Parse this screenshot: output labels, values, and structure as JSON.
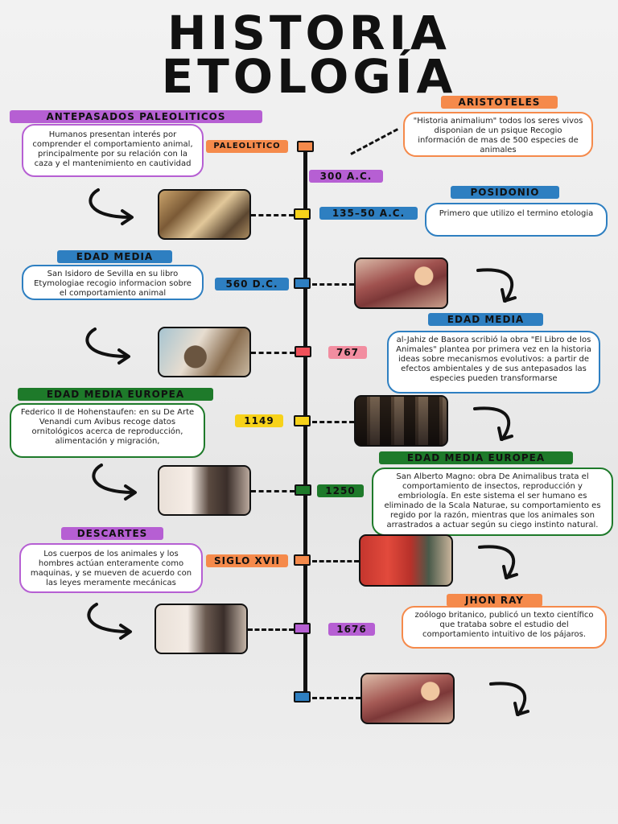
{
  "title": {
    "line1": "HISTORIA",
    "line2": "ETOLOGÍA"
  },
  "colors": {
    "orange": "#f58a4b",
    "yellow": "#f7d21a",
    "blue": "#2e7fc1",
    "red": "#f0515a",
    "green": "#1e7a2a",
    "purple": "#b65fd3",
    "pink": "#f28da0"
  },
  "events": [
    {
      "id": "paleolitico",
      "period": "ANTEPASADOS PALEOLITICOS",
      "date": "PALEOLITICO",
      "text": "Humanos presentan interés por comprender el comportamiento animal, principalmente por su relación con la caza y el mantenimiento en cautividad"
    },
    {
      "id": "aristoteles",
      "period": "ARISTOTELES",
      "date": "300 A.C.",
      "text": "\"Historia animalium\" todos los seres vivos disponian de un psique Recogio información de mas de 500 especies de animales"
    },
    {
      "id": "posidonio",
      "period": "POSIDONIO",
      "date": "135–50 A.C.",
      "text": "Primero que utilizo el termino etologia"
    },
    {
      "id": "isidoro",
      "period": "EDAD MEDIA",
      "date": "560 D.C.",
      "text": "San Isidoro de Sevilla en su libro Etymologiae recogio informacion sobre el comportamiento animal"
    },
    {
      "id": "jahiz",
      "period": "EDAD MEDIA",
      "date": "767",
      "text": "al-Jahiz de Basora scribió la obra \"El Libro de los Animales\" plantea por primera vez en la historia ideas sobre mecanismos evolutivos: a partir de efectos ambientales y de sus antepasados las especies pueden transformarse"
    },
    {
      "id": "federico",
      "period": "EDAD MEDIA EUROPEA",
      "date": "1149",
      "text": "Federico II de Hohenstaufen: en su De Arte Venandi cum Avibus recoge datos ornitológicos acerca de reproducción, alimentación y migración,"
    },
    {
      "id": "alberto",
      "period": "EDAD MEDIA EUROPEA",
      "date": "1250",
      "text": "San Alberto Magno: obra De Animalibus trata el comportamiento de insectos, reproducción y embriología. En este sistema el ser humano es eliminado de la Scala Naturae, su comportamiento es regido por la razón, mientras que los animales son arrastrados a actuar según su ciego instinto natural."
    },
    {
      "id": "descartes",
      "period": "DESCARTES",
      "date": "SIGLO XVII",
      "text": "Los cuerpos de los animales y los hombres actúan enteramente como maquinas, y se mueven de acuerdo con las leyes meramente mecánicas"
    },
    {
      "id": "ray",
      "period": "JHON RAY",
      "date": "1676",
      "text": "zoólogo britanico, publicó un texto científico que trataba sobre el estudio del comportamiento intuitivo de los pájaros."
    }
  ]
}
